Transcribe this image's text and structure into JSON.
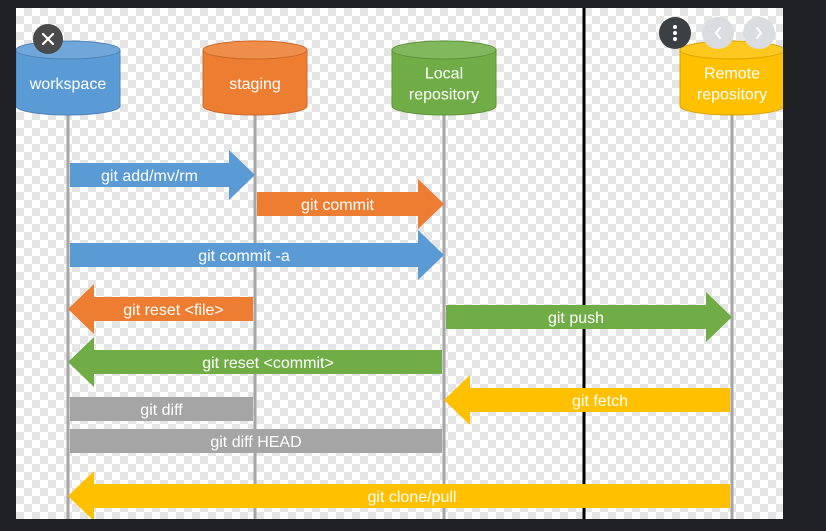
{
  "viewer": {
    "close_icon": "close-icon",
    "more_icon": "more-vertical-icon",
    "prev_icon": "chevron-left-icon",
    "next_icon": "chevron-right-icon"
  },
  "diagram": {
    "lanes": [
      {
        "id": "workspace",
        "label": [
          "workspace"
        ],
        "color": "#5b9bd5"
      },
      {
        "id": "staging",
        "label": [
          "staging"
        ],
        "color": "#ed7d31"
      },
      {
        "id": "local",
        "label": [
          "Local",
          "repository"
        ],
        "color": "#70ad47"
      },
      {
        "id": "remote",
        "label": [
          "Remote",
          "repository"
        ],
        "color": "#ffc000"
      }
    ],
    "commands": [
      {
        "label": "git add/mv/rm",
        "from": "workspace",
        "to": "staging",
        "color": "#5b9bd5",
        "kind": "arrow"
      },
      {
        "label": "git commit",
        "from": "staging",
        "to": "local",
        "color": "#ed7d31",
        "kind": "arrow"
      },
      {
        "label": "git commit -a",
        "from": "workspace",
        "to": "local",
        "color": "#5b9bd5",
        "kind": "arrow"
      },
      {
        "label": "git reset <file>",
        "from": "staging",
        "to": "workspace",
        "color": "#ed7d31",
        "kind": "arrow"
      },
      {
        "label": "git push",
        "from": "local",
        "to": "remote",
        "color": "#70ad47",
        "kind": "arrow"
      },
      {
        "label": "git reset <commit>",
        "from": "local",
        "to": "workspace",
        "color": "#70ad47",
        "kind": "arrow"
      },
      {
        "label": "git fetch",
        "from": "remote",
        "to": "local",
        "color": "#ffc000",
        "kind": "arrow"
      },
      {
        "label": "git diff",
        "from": "workspace",
        "to": "staging",
        "color": "#a5a5a5",
        "kind": "bar"
      },
      {
        "label": "git diff HEAD",
        "from": "workspace",
        "to": "local",
        "color": "#a5a5a5",
        "kind": "bar"
      },
      {
        "label": "git clone/pull",
        "from": "remote",
        "to": "workspace",
        "color": "#ffc000",
        "kind": "arrow"
      }
    ]
  }
}
